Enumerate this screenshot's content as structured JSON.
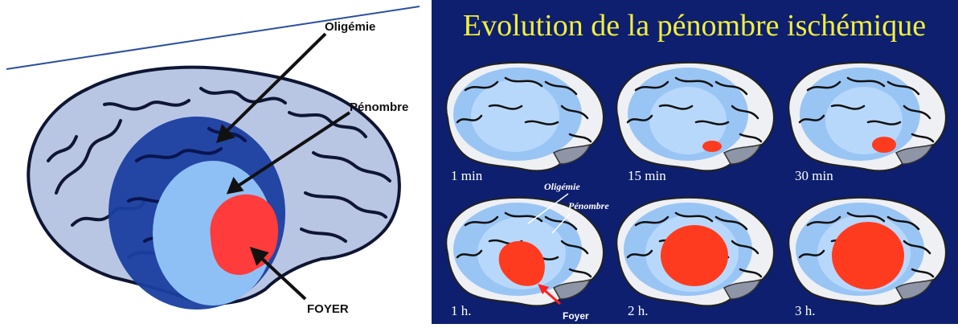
{
  "left_figure": {
    "labels": {
      "oligemie": "Oligémie",
      "penombre": "Pénombre",
      "foyer": "FOYER"
    }
  },
  "right_figure": {
    "title": "Evolution de la pénombre ischémique",
    "panels": [
      {
        "time": "1 min"
      },
      {
        "time": "15 min"
      },
      {
        "time": "30 min"
      },
      {
        "time": "1 h."
      },
      {
        "time": "2 h."
      },
      {
        "time": "3 h."
      }
    ],
    "annotations": {
      "oligemie": "Oligémie",
      "penombre": "Pénombre",
      "foyer": "Foyer"
    }
  },
  "colors": {
    "background_right": "#0d1f6e",
    "title": "#f2ee3c",
    "oligemia": "#1a3fa0",
    "penumbra": "#8fc0f5",
    "core": "#ff3b3b",
    "brain": "#b9c6e3"
  }
}
